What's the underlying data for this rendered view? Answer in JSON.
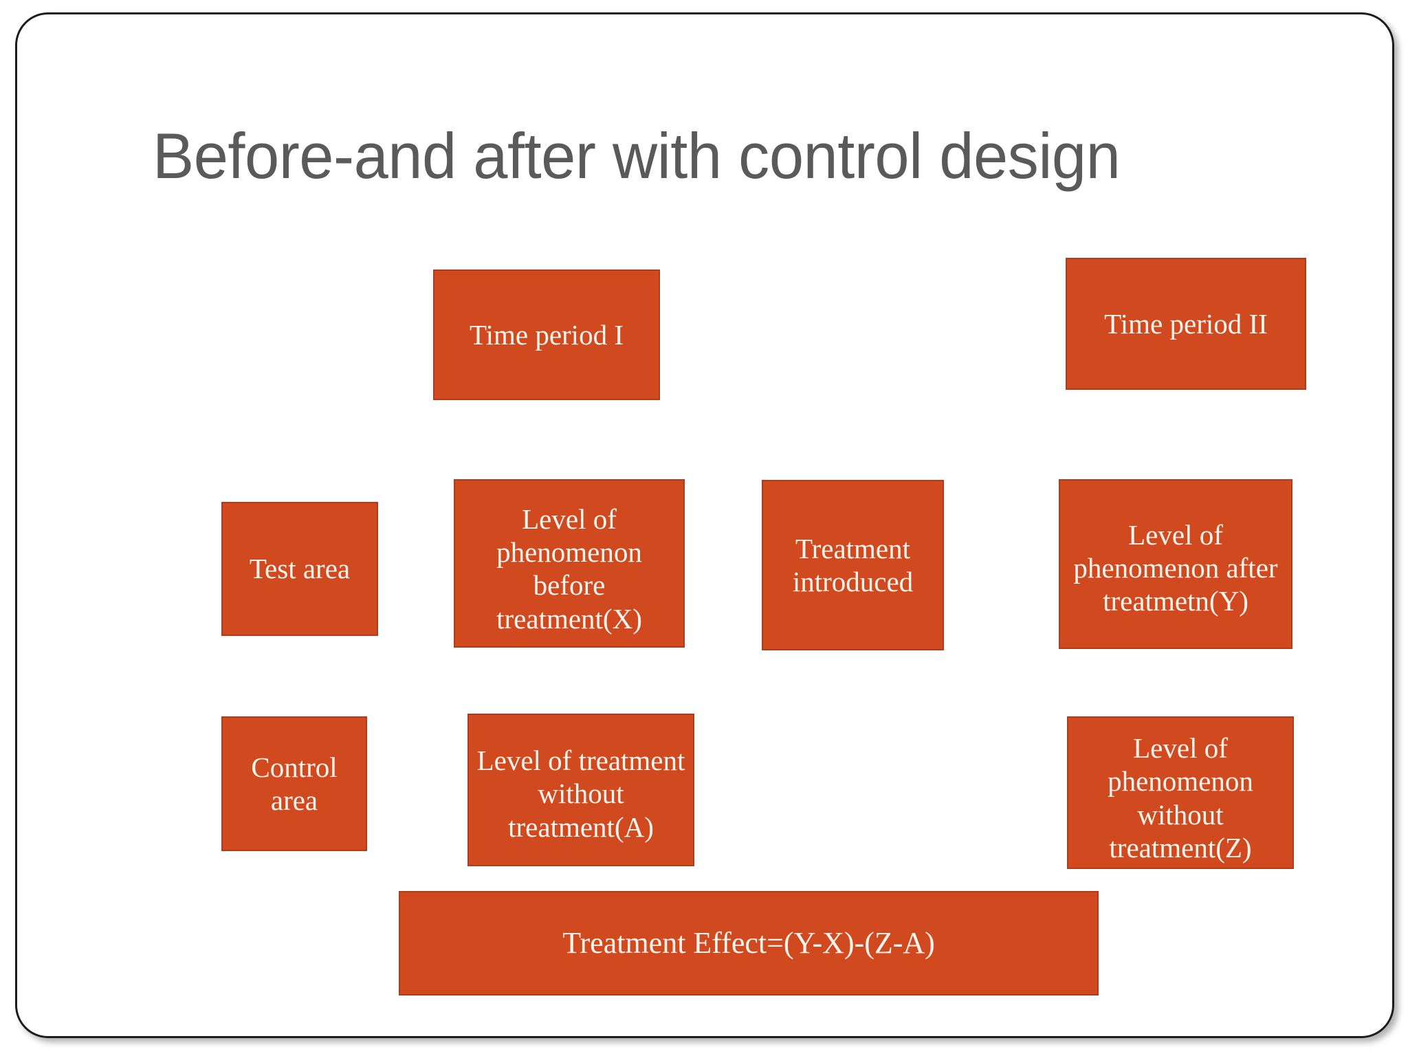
{
  "slide": {
    "title": "Before-and after with control design",
    "background_color": "#ffffff",
    "title_color": "#5a5a5a",
    "frame_border_color": "#1c1c1c"
  },
  "theme": {
    "box_fill": "#d1491f",
    "box_border": "#b03c19",
    "box_text": "#fdf5ee"
  },
  "diagram": {
    "columns": {
      "period_1_header": "Time period I",
      "period_2_header": "Time period II"
    },
    "rows": [
      {
        "group": "Test area",
        "before": "Level of phenomenon before treatment(X)",
        "middle": "Treatment introduced",
        "after": "Level of phenomenon after treatmetn(Y)"
      },
      {
        "group": "Control area",
        "before": "Level of treatment without treatment(A)",
        "middle": "",
        "after": "Level of phenomenon without treatment(Z)"
      }
    ],
    "result": "Treatment Effect=(Y-X)-(Z-A)"
  }
}
